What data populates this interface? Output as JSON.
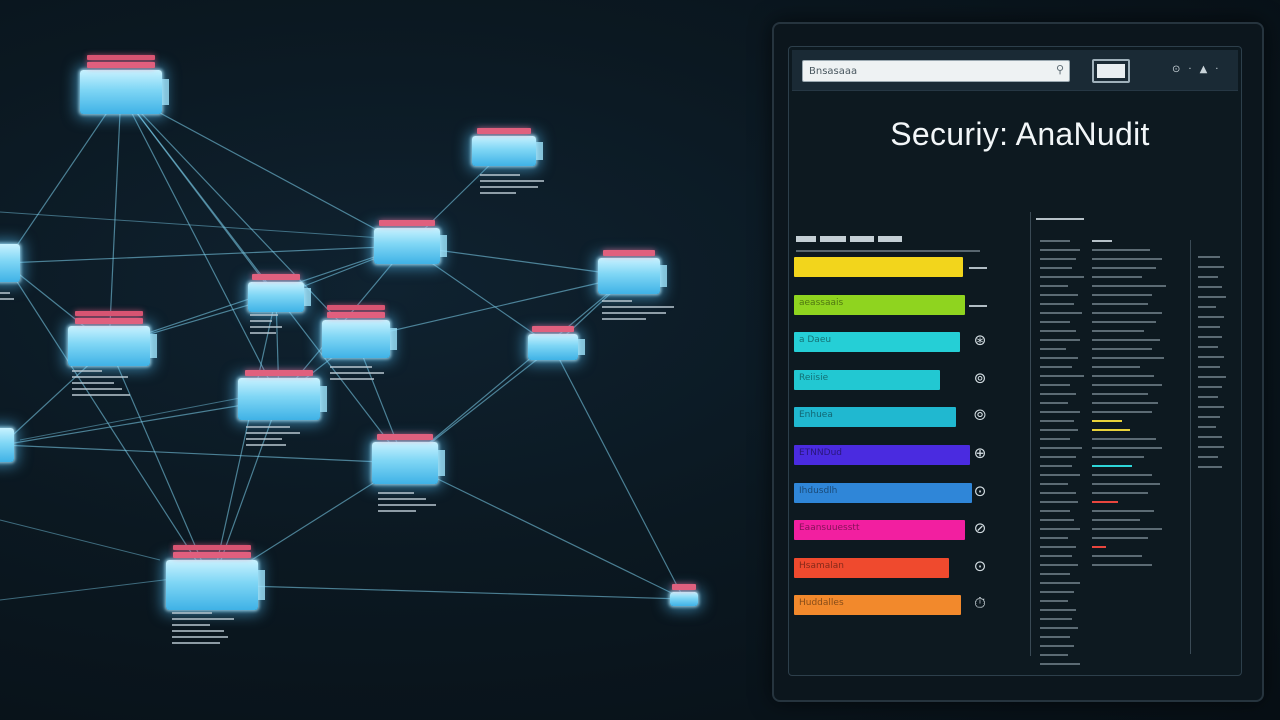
{
  "network": {
    "nodes": [
      {
        "id": "n1"
      },
      {
        "id": "n2"
      },
      {
        "id": "n3"
      },
      {
        "id": "n4"
      },
      {
        "id": "n5"
      },
      {
        "id": "n6"
      },
      {
        "id": "n7"
      },
      {
        "id": "n8"
      },
      {
        "id": "n9"
      },
      {
        "id": "n10"
      },
      {
        "id": "n11"
      },
      {
        "id": "n12"
      },
      {
        "id": "n13"
      },
      {
        "id": "n14"
      },
      {
        "id": "n15"
      }
    ]
  },
  "audit_panel": {
    "title": "Securiy: AnaNudit",
    "search": {
      "value": "Bnsasaaa",
      "icon": "magnifier-icon"
    },
    "toolbar_button": {
      "icon": "window-icon"
    },
    "window_controls": [
      "⊙",
      "·",
      "▲",
      "·"
    ],
    "bars": [
      {
        "label": "",
        "value": 0.95,
        "color": "#f2d51c",
        "icon": ""
      },
      {
        "label": "aeassaais",
        "value": 0.96,
        "color": "#8fd41f",
        "icon": ""
      },
      {
        "label": "a Daeu",
        "value": 0.93,
        "color": "#25cfd6",
        "icon": "⊛"
      },
      {
        "label": "Reiisie",
        "value": 0.82,
        "color": "#22c8d2",
        "icon": "⊚"
      },
      {
        "label": "Enhuea",
        "value": 0.91,
        "color": "#20b8d0",
        "icon": "⦾"
      },
      {
        "label": "ETNNDud",
        "value": 0.99,
        "color": "#4a2be0",
        "icon": "⊕"
      },
      {
        "label": "Ihdusdlh",
        "value": 1.0,
        "color": "#2f86d8",
        "icon": "⊙"
      },
      {
        "label": "Eaansuuesstt",
        "value": 0.96,
        "color": "#f21fa0",
        "icon": "⊘"
      },
      {
        "label": "Hsamalan",
        "value": 0.87,
        "color": "#ef4a2e",
        "icon": "⊙"
      },
      {
        "label": "Huddalles",
        "value": 0.94,
        "color": "#f2892c",
        "icon": "⏱"
      }
    ]
  }
}
